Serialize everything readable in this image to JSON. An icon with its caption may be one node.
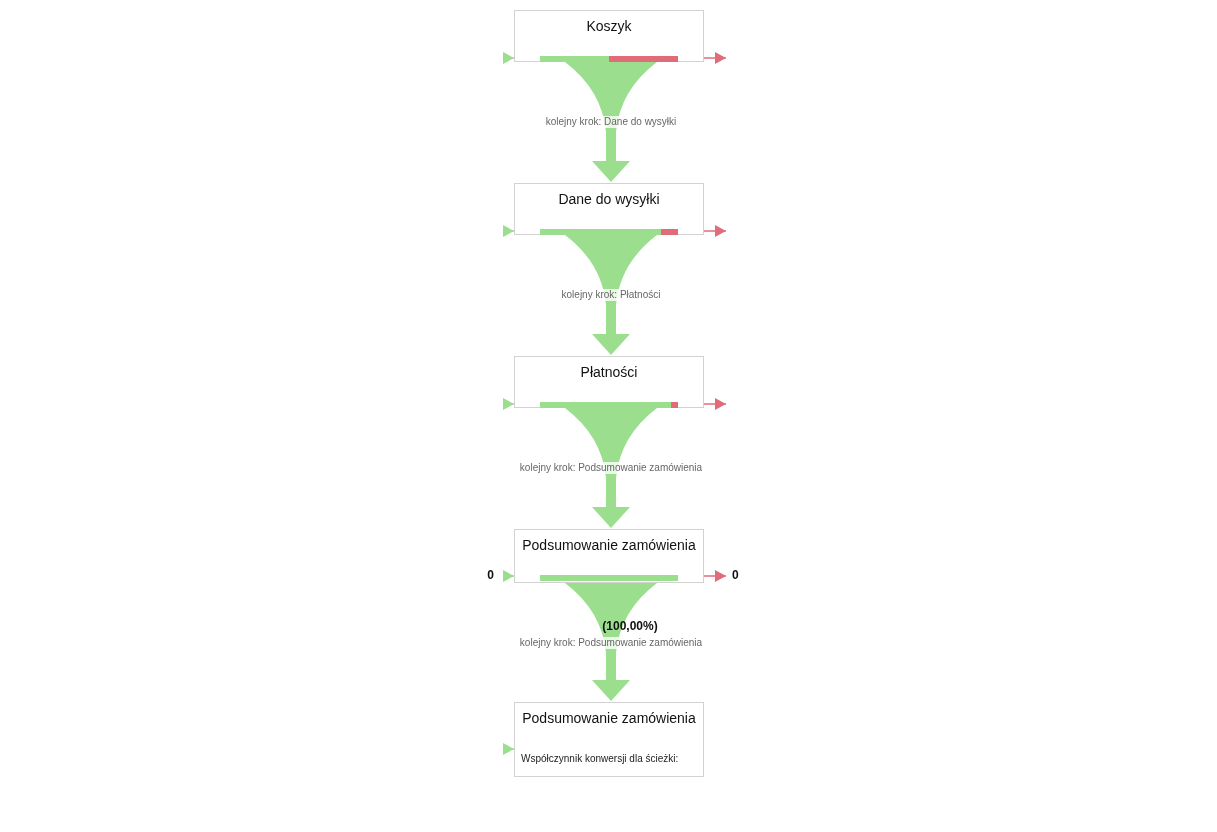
{
  "diagram": {
    "nodes": [
      {
        "text": [
          "Koszyk"
        ]
      },
      {
        "text": [
          "Dane do wysyłki"
        ]
      },
      {
        "text": [
          "Płatności"
        ]
      },
      {
        "text": [
          "Podsumowanie zamówienia"
        ]
      },
      {
        "text": [
          "Podsumowanie zamówienia",
          "Współczynnik konwersji dla ścieżki:"
        ]
      }
    ],
    "edges": [
      {
        "from": 0,
        "to": 1,
        "arrow": "to",
        "label": "kolejny krok: Dane do wysyłki",
        "style": "thick"
      },
      {
        "from": 1,
        "to": 2,
        "arrow": "to",
        "label": "kolejny krok: Płatności",
        "style": "thick"
      },
      {
        "from": 2,
        "to": 3,
        "arrow": "to",
        "label": "kolejny krok: Podsumowanie zamówienia",
        "style": "thick"
      },
      {
        "from": 3,
        "to": 4,
        "arrow": "to",
        "label": "kolejny krok: Podsumowanie zamówienia",
        "style": "thick"
      },
      {
        "from": null,
        "to": 0,
        "arrow": "to"
      },
      {
        "from": null,
        "to": 1,
        "arrow": "to"
      },
      {
        "from": null,
        "to": 2,
        "arrow": "to"
      },
      {
        "from": null,
        "to": 3,
        "arrow": "to",
        "label": "0"
      },
      {
        "from": null,
        "to": 4,
        "arrow": "to"
      },
      {
        "from": 0,
        "to": null,
        "arrow": "to",
        "color": "#e06c79"
      },
      {
        "from": 1,
        "to": null,
        "arrow": "to",
        "color": "#e06c79"
      },
      {
        "from": 2,
        "to": null,
        "arrow": "to",
        "color": "#e06c79"
      },
      {
        "from": 3,
        "to": null,
        "arrow": "to",
        "label": "0",
        "color": "#e06c79"
      }
    ],
    "labels": [
      "(100,00%)"
    ]
  }
}
